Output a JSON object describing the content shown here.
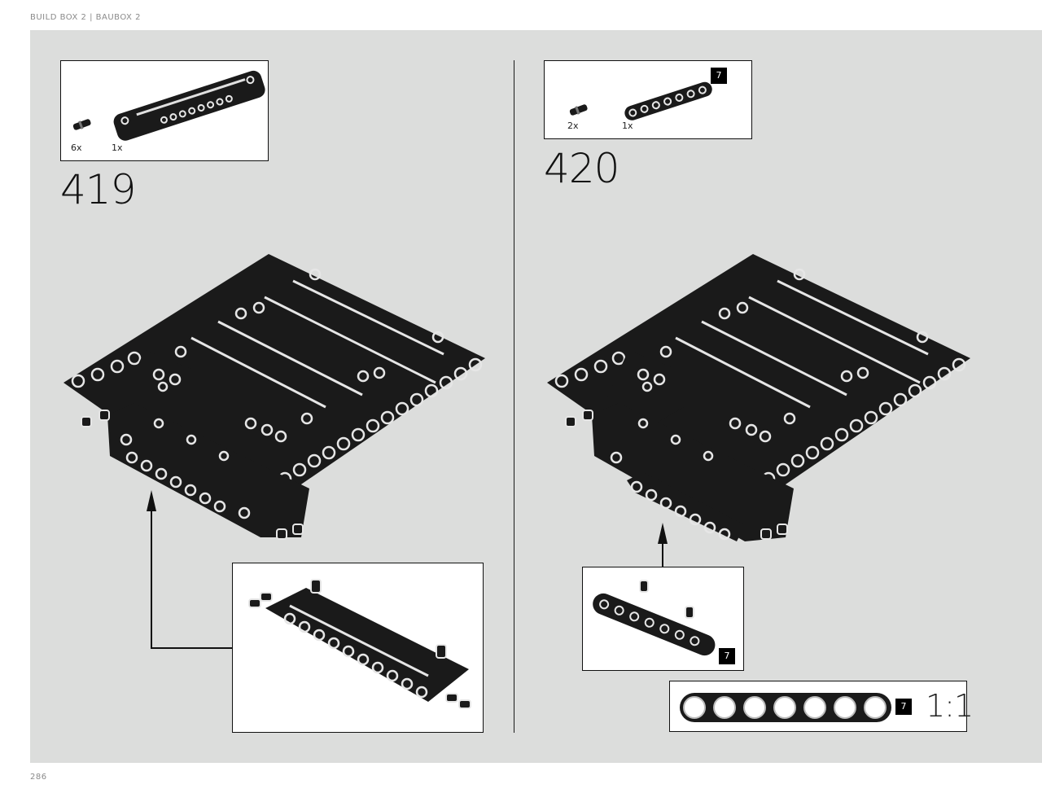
{
  "header": {
    "title": "BUILD BOX 2  |  BAUBOX 2"
  },
  "footer": {
    "page_number": "286"
  },
  "steps": [
    {
      "number": "419",
      "parts": [
        {
          "qty": "6x"
        },
        {
          "qty": "1x"
        }
      ]
    },
    {
      "number": "420",
      "parts": [
        {
          "qty": "2x"
        },
        {
          "qty": "1x"
        }
      ],
      "parts_tag": "7",
      "subassembly_tag": "7"
    }
  ],
  "scale_ref": {
    "tag": "7",
    "label": "1:1"
  }
}
